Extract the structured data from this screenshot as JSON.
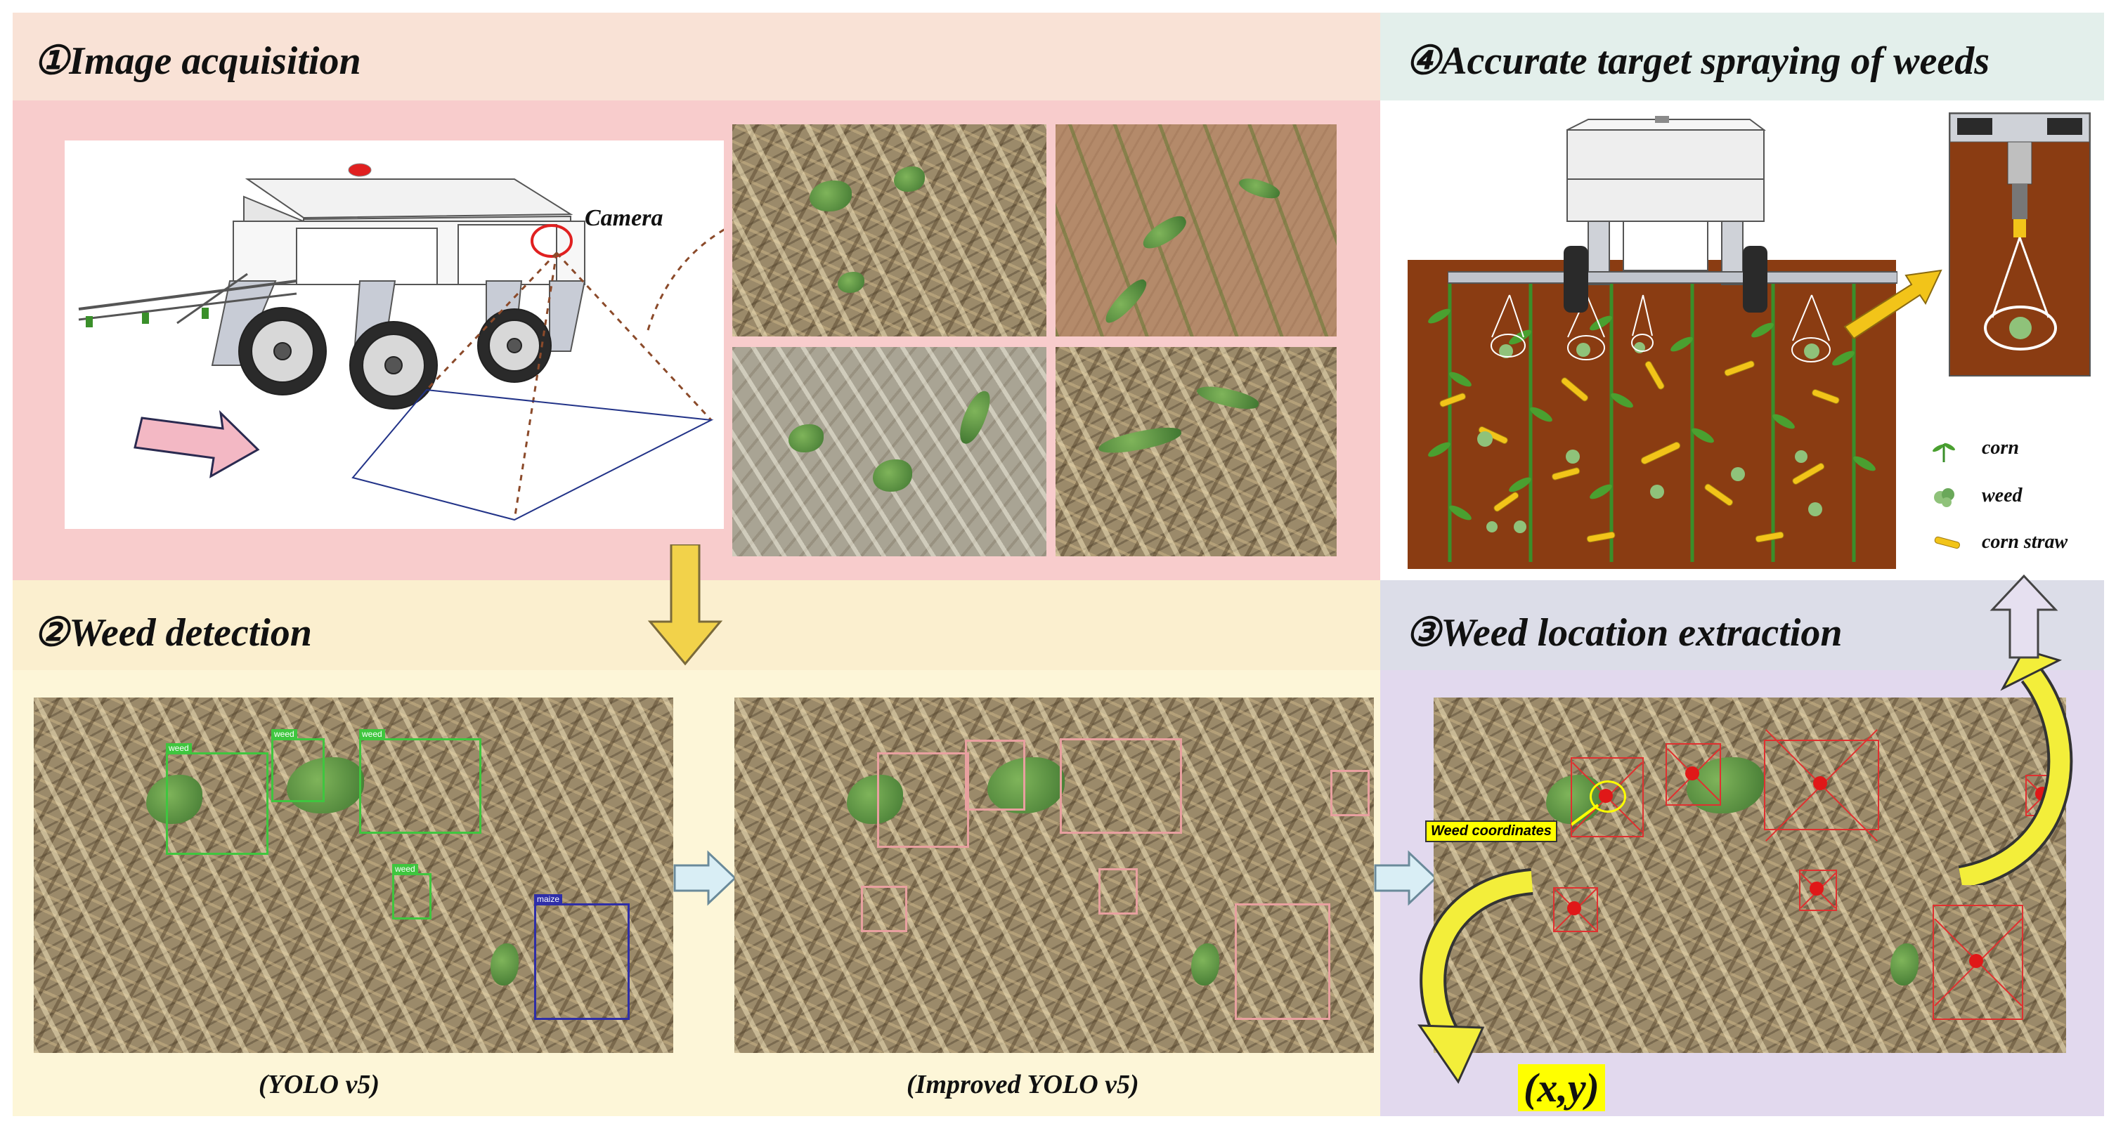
{
  "sections": {
    "acquisition": {
      "title": "①Image acquisition",
      "camera_label": "Camera"
    },
    "detection": {
      "title": "②Weed detection",
      "caption_left": "(YOLO v5)",
      "caption_right": "(Improved YOLO v5)",
      "left_box_label": "weed",
      "maize_label": "maize"
    },
    "location": {
      "title": "③Weed location extraction",
      "callout": "Weed coordinates",
      "coords": "(x,y)"
    },
    "spraying": {
      "title": "④Accurate target spraying of weeds",
      "legend": [
        {
          "icon": "corn-icon",
          "label": "corn"
        },
        {
          "icon": "weed-icon",
          "label": "weed"
        },
        {
          "icon": "corn-straw-icon",
          "label": "corn straw"
        }
      ]
    }
  },
  "colors": {
    "title_band_1": "#f9e2d6",
    "panel_1": "#f8cccc",
    "title_band_2": "#fbefcf",
    "panel_2": "#fdf6d8",
    "title_band_3": "#dcdde8",
    "panel_3": "#e2d9ee",
    "title_band_4": "#e3efeb",
    "soil": "#8a3c12",
    "arrow_yellow": "#f2d24a",
    "arrow_blue": "#d9eef5",
    "yolo_box": "#3fc63f",
    "maize_box": "#2e2ea8",
    "improved_box": "#e8a0a0",
    "highlight_yellow": "#ffff00"
  }
}
